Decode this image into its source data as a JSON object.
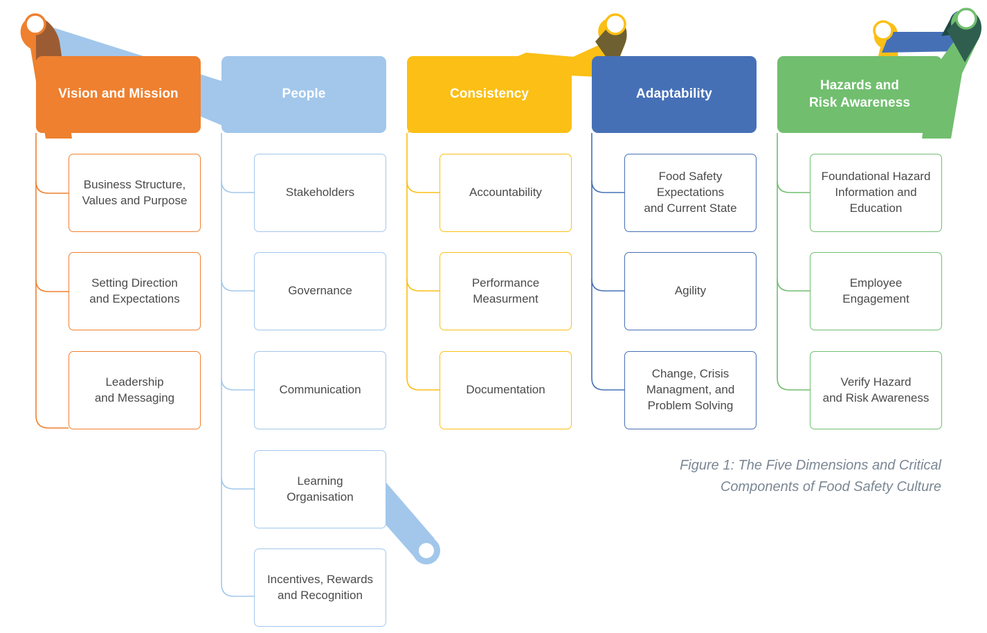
{
  "figure": {
    "caption_line_1": "Figure 1: The Five Dimensions and Critical",
    "caption_line_2": "Components of Food Safety Culture",
    "background": "#ffffff"
  },
  "palette": {
    "orange": "#EE802F",
    "orange_shadow": "#9C5C33",
    "light_blue": "#A2C7EB",
    "light_blue_shadow": "#5D7FA3",
    "yellow": "#FBBF15",
    "yellow_shadow": "#6E6030",
    "dark_blue": "#4670B6",
    "dark_blue_shadow": "#1E4A45",
    "green": "#71BE6F",
    "green_shadow": "#2F5E4E",
    "card_text": "#4a4a4a",
    "caption_text": "#7b8794",
    "header_text": "#ffffff"
  },
  "columns": [
    {
      "id": "vision-and-mission",
      "header": "Vision and Mission",
      "color": "#EE802F",
      "items": [
        {
          "label": "Business Structure,\nValues and Purpose"
        },
        {
          "label": "Setting Direction\nand Expectations"
        },
        {
          "label": "Leadership\nand Messaging"
        }
      ]
    },
    {
      "id": "people",
      "header": "People",
      "color": "#A2C7EB",
      "items": [
        {
          "label": "Stakeholders"
        },
        {
          "label": "Governance"
        },
        {
          "label": "Communication"
        },
        {
          "label": "Learning\nOrganisation"
        },
        {
          "label": "Incentives, Rewards\nand Recognition"
        }
      ]
    },
    {
      "id": "consistency",
      "header": "Consistency",
      "color": "#FBBF15",
      "items": [
        {
          "label": "Accountability"
        },
        {
          "label": "Performance\nMeasurment"
        },
        {
          "label": "Documentation"
        }
      ]
    },
    {
      "id": "adaptability",
      "header": "Adaptability",
      "color": "#4670B6",
      "items": [
        {
          "label": "Food Safety\nExpectations\nand Current State"
        },
        {
          "label": "Agility"
        },
        {
          "label": "Change, Crisis\nManagment, and\nProblem Solving"
        }
      ]
    },
    {
      "id": "hazards-and-risk-awareness",
      "header": "Hazards and\nRisk Awareness",
      "color": "#71BE6F",
      "items": [
        {
          "label": "Foundational Hazard\nInformation and\nEducation"
        },
        {
          "label": "Employee\nEngagement"
        },
        {
          "label": "Verify Hazard\nand Risk Awareness"
        }
      ]
    }
  ],
  "ribbons": [
    {
      "id": "orange-ribbon",
      "color": "#EE802F",
      "pin": "pin-orange"
    },
    {
      "id": "light-blue-ribbon-top",
      "color": "#A2C7EB",
      "pin": "pin-orange"
    },
    {
      "id": "light-blue-ribbon-bottom",
      "color": "#A2C7EB",
      "pin": "pin-light-blue-bottom"
    },
    {
      "id": "yellow-ribbon",
      "color": "#FBBF15",
      "pin": "pin-yellow"
    },
    {
      "id": "dark-blue-ribbon",
      "color": "#4670B6",
      "pin": "pin-dark-blue"
    },
    {
      "id": "green-ribbon",
      "color": "#71BE6F",
      "pin": "pin-green"
    }
  ]
}
